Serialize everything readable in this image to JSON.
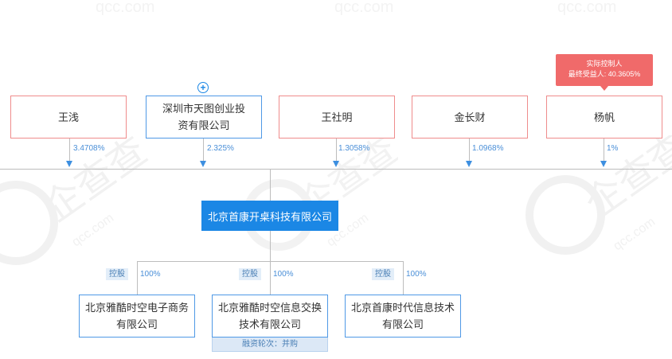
{
  "watermark": {
    "text": "企查查",
    "url": "qcc.com"
  },
  "shareholders": [
    {
      "name": "王浅",
      "ratio": "3.4708%",
      "type": "person"
    },
    {
      "name": "深圳市天图创业投资有限公司",
      "ratio": "2.325%",
      "type": "company",
      "expand_icon": "plus-circle-icon"
    },
    {
      "name": "王社明",
      "ratio": "1.3058%",
      "type": "person"
    },
    {
      "name": "金长财",
      "ratio": "1.0968%",
      "type": "person"
    },
    {
      "name": "杨帆",
      "ratio": "1%",
      "type": "person"
    }
  ],
  "controller_tooltip": {
    "title": "实际控制人",
    "beneficiary": "最终受益人: 40.3605%"
  },
  "target_company": "北京首康开桌科技有限公司",
  "subsidiaries": [
    {
      "name": "北京雅酷时空电子商务有限公司",
      "relation": "控股",
      "ratio": "100%"
    },
    {
      "name": "北京雅酷时空信息交换技术有限公司",
      "relation": "控股",
      "ratio": "100%",
      "note": "融资轮次：并购"
    },
    {
      "name": "北京首康时代信息技术有限公司",
      "relation": "控股",
      "ratio": "100%"
    }
  ],
  "colors": {
    "person_border": "#ef8c8c",
    "company_border": "#4f99e6",
    "target_bg": "#1b87e5",
    "tooltip_bg": "#f06a6a",
    "arrow": "#3d8fe0"
  }
}
